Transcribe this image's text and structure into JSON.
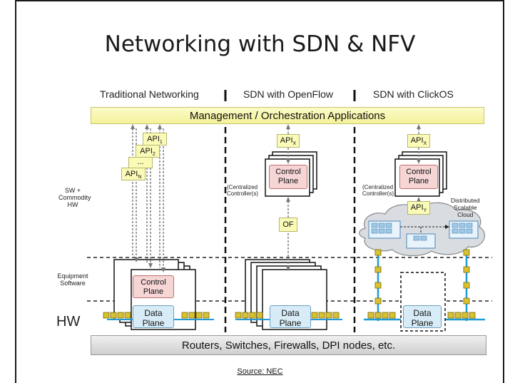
{
  "title": "Networking with SDN & NFV",
  "columns": {
    "traditional": "Traditional Networking",
    "openflow": "SDN with OpenFlow",
    "clickos": "SDN with ClickOS"
  },
  "management_bar": "Management / Orchestration Applications",
  "bottom_bar": "Routers, Switches, Firewalls, DPI nodes, etc.",
  "source": "Source: NEC",
  "side_labels": {
    "sw": [
      "SW +",
      "Commodity",
      "HW"
    ],
    "equipment": [
      "Equipment",
      "Software"
    ],
    "hw": "HW"
  },
  "traditional_apis": {
    "api1": "API",
    "api1_sub": "1",
    "api2": "API",
    "api2_sub": "2",
    "dots": "...",
    "apin": "API",
    "apin_sub": "N"
  },
  "openflow": {
    "api": "API",
    "api_sub": "X",
    "controller_note": [
      "(Centralized",
      "Controller(s)"
    ],
    "control_plane": [
      "Control",
      "Plane"
    ],
    "of_label": "OF"
  },
  "clickos": {
    "api": "API",
    "api_sub": "X",
    "controller_note": [
      "(Centralized",
      "Controller(s)"
    ],
    "control_plane": [
      "Control",
      "Plane"
    ],
    "api_y": "API",
    "api_y_sub": "Y",
    "cloud_note": [
      "Distributed",
      "Scalable",
      "Cloud"
    ]
  },
  "control_plane_trad": [
    "Control",
    "Plane"
  ],
  "data_plane": [
    "Data",
    "Plane"
  ],
  "colors": {
    "api_fill": "#fbfbb8",
    "control_plane": "#f6d5d5",
    "data_plane": "#d8ecf7",
    "port": "#d8c230",
    "link": "#1f9bd7"
  }
}
